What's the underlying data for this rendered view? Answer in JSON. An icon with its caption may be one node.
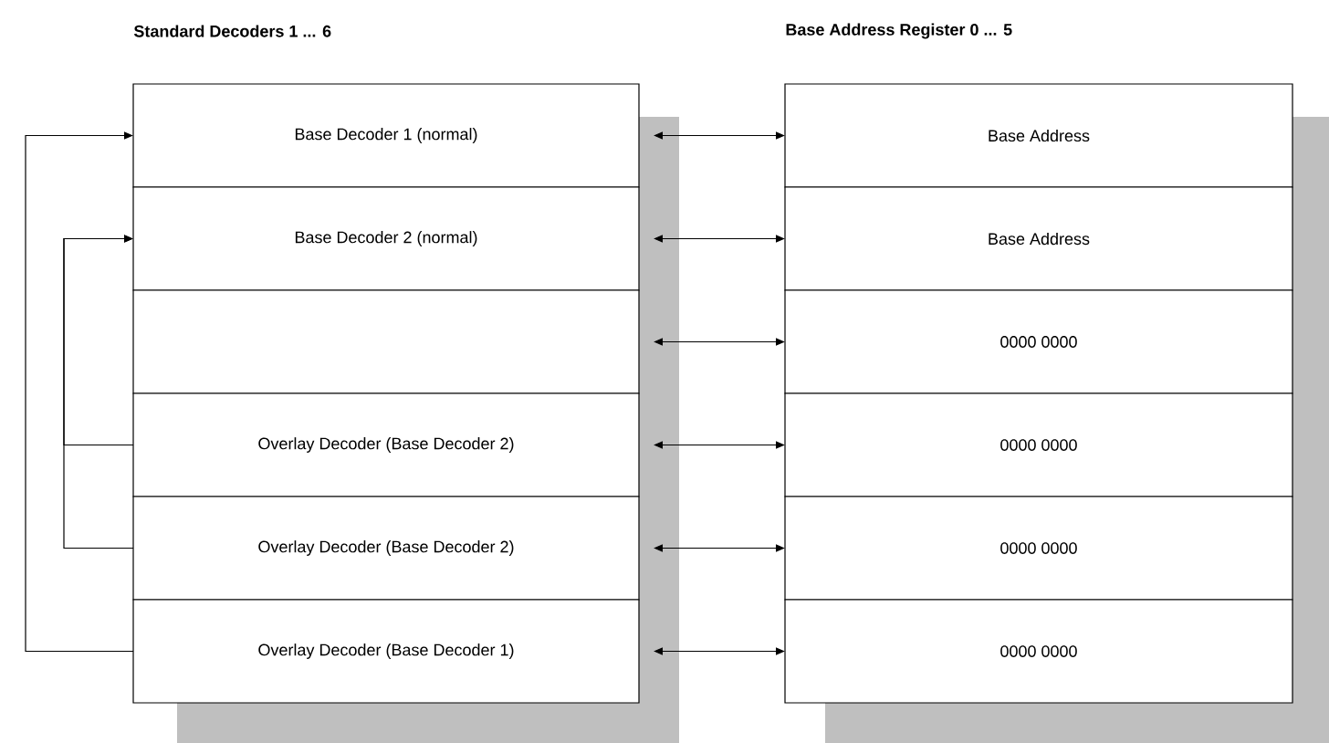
{
  "diagram": {
    "nodes": [
      {
        "text": [
          "Base Decoder 1 (normal)"
        ]
      },
      {
        "text": [
          "Base Decoder 2 (normal)"
        ]
      },
      {
        "text": [],
        "shape": "box"
      },
      {
        "text": [
          "Overlay Decoder (Base Decoder 2)"
        ]
      },
      {
        "text": [
          "Overlay Decoder (Base Decoder 2)"
        ]
      },
      {
        "text": [
          "Overlay Decoder (Base Decoder 1)"
        ]
      },
      {
        "text": [
          "Base Address"
        ]
      },
      {
        "text": [
          "Base Address"
        ]
      },
      {
        "text": [
          "0000 0000"
        ]
      },
      {
        "text": [
          "0000 0000"
        ]
      },
      {
        "text": [
          "0000 0000"
        ]
      },
      {
        "text": [
          "0000 0000"
        ]
      }
    ],
    "edges": [
      {
        "from": 0,
        "to": 6,
        "arrow": "both"
      },
      {
        "from": 1,
        "to": 7,
        "arrow": "both"
      },
      {
        "from": 2,
        "to": 8,
        "arrow": "both"
      },
      {
        "from": 3,
        "to": 9,
        "arrow": "both"
      },
      {
        "from": 4,
        "to": 10,
        "arrow": "both"
      },
      {
        "from": 5,
        "to": 11,
        "arrow": "both"
      },
      {
        "from": 5,
        "to": 0,
        "arrow": "to"
      },
      {
        "from": 3,
        "to": 1,
        "arrow": "to"
      },
      {
        "from": 4,
        "to": 1,
        "arrow": "to"
      }
    ],
    "labels": [
      "Standard Decoders 1 ... 6",
      "Base Address Register 0 ... 5"
    ]
  }
}
